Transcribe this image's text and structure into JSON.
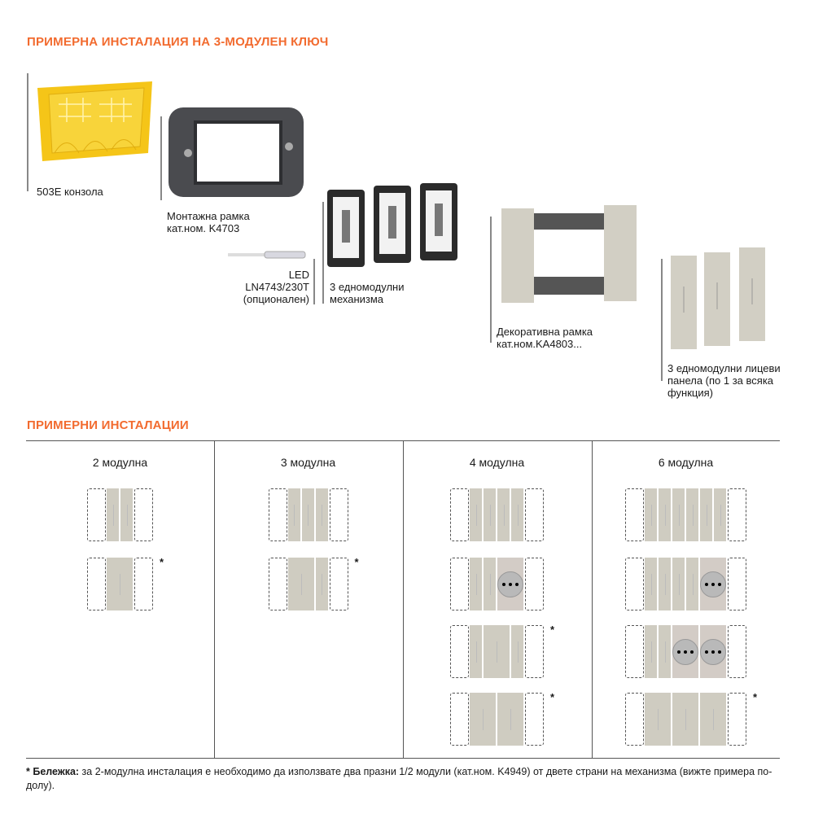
{
  "section1_title": "ПРИМЕРНА ИНСТАЛАЦИЯ НА 3-МОДУЛЕН КЛЮЧ",
  "components": {
    "box": "503E конзола",
    "mount_frame": [
      "Монтажна рамка",
      "кат.ном. K4703"
    ],
    "led": [
      "LED",
      "LN4743/230T",
      "(опционален)"
    ],
    "mechanisms": [
      "3 едномодулни",
      "механизма"
    ],
    "deco_frame": [
      "Декоративна рамка",
      "кат.ном.KA4803..."
    ],
    "panels": [
      "3 едномодулни лицеви",
      "панела (по 1 за всяка",
      "функция)"
    ]
  },
  "section2_title": "ПРИМЕРНИ ИНСТАЛАЦИИ",
  "columns": [
    {
      "title": "2 модулна",
      "rows": [
        {
          "modules": [
            1,
            1
          ],
          "sockets": [],
          "star": false
        },
        {
          "modules": [
            2
          ],
          "sockets": [],
          "star": true
        }
      ]
    },
    {
      "title": "3 модулна",
      "rows": [
        {
          "modules": [
            1,
            1,
            1
          ],
          "sockets": [],
          "star": false
        },
        {
          "modules": [
            2,
            1
          ],
          "sockets": [],
          "star": true
        }
      ]
    },
    {
      "title": "4 модулна",
      "rows": [
        {
          "modules": [
            1,
            1,
            1,
            1
          ],
          "sockets": [],
          "star": false
        },
        {
          "modules": [
            1,
            1,
            2
          ],
          "sockets": [
            2
          ],
          "star": false
        },
        {
          "modules": [
            1,
            2,
            1
          ],
          "sockets": [],
          "star": true
        },
        {
          "modules": [
            2,
            2
          ],
          "sockets": [],
          "star": true
        }
      ]
    },
    {
      "title": "6 модулна",
      "rows": [
        {
          "modules": [
            1,
            1,
            1,
            1,
            1,
            1
          ],
          "sockets": [],
          "star": false
        },
        {
          "modules": [
            1,
            1,
            1,
            1,
            2
          ],
          "sockets": [
            4
          ],
          "star": false
        },
        {
          "modules": [
            1,
            1,
            2,
            2
          ],
          "sockets": [
            2,
            3
          ],
          "star": false
        },
        {
          "modules": [
            2,
            2,
            2
          ],
          "sockets": [],
          "star": true
        }
      ]
    }
  ],
  "star_symbol": "*",
  "note": {
    "prefix": "* Бележка:",
    "text": " за 2-модулна инсталация е необходимо да използвате два празни 1/2 модули (кат.ном. K4949) от двете страни на механизма (вижте примера по-долу)."
  },
  "colors": {
    "accent": "#f26b2f",
    "panel": "#cfccc1",
    "box_yellow": "#f5c518",
    "frame_dark": "#4a4b4f"
  }
}
